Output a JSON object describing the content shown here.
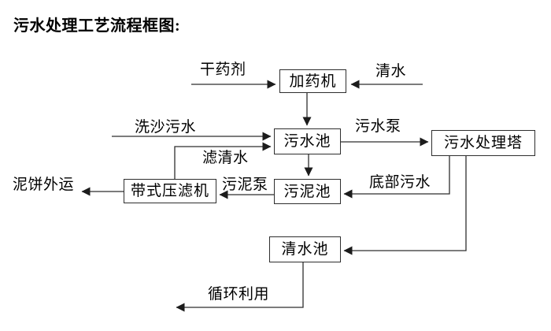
{
  "title": "污水处理工艺流程框图:",
  "nodes": {
    "dosing_machine": "加药机",
    "sewage_pool": "污水池",
    "treatment_tower": "污水处理塔",
    "sludge_pool": "污泥池",
    "belt_filter_press": "带式压滤机",
    "clean_water_pool": "清水池"
  },
  "edge_labels": {
    "dry_agent": "干药剂",
    "clean_water": "清水",
    "sand_washing_sewage": "洗沙污水",
    "sewage_pump": "污水泵",
    "filtered_water": "滤清水",
    "sludge_pump": "污泥泵",
    "bottom_sewage": "底部污水",
    "mud_cake_out": "泥饼外运",
    "recycling": "循环利用"
  },
  "colors": {
    "line": "#2e2e2e",
    "text": "#000000",
    "background": "#ffffff"
  }
}
